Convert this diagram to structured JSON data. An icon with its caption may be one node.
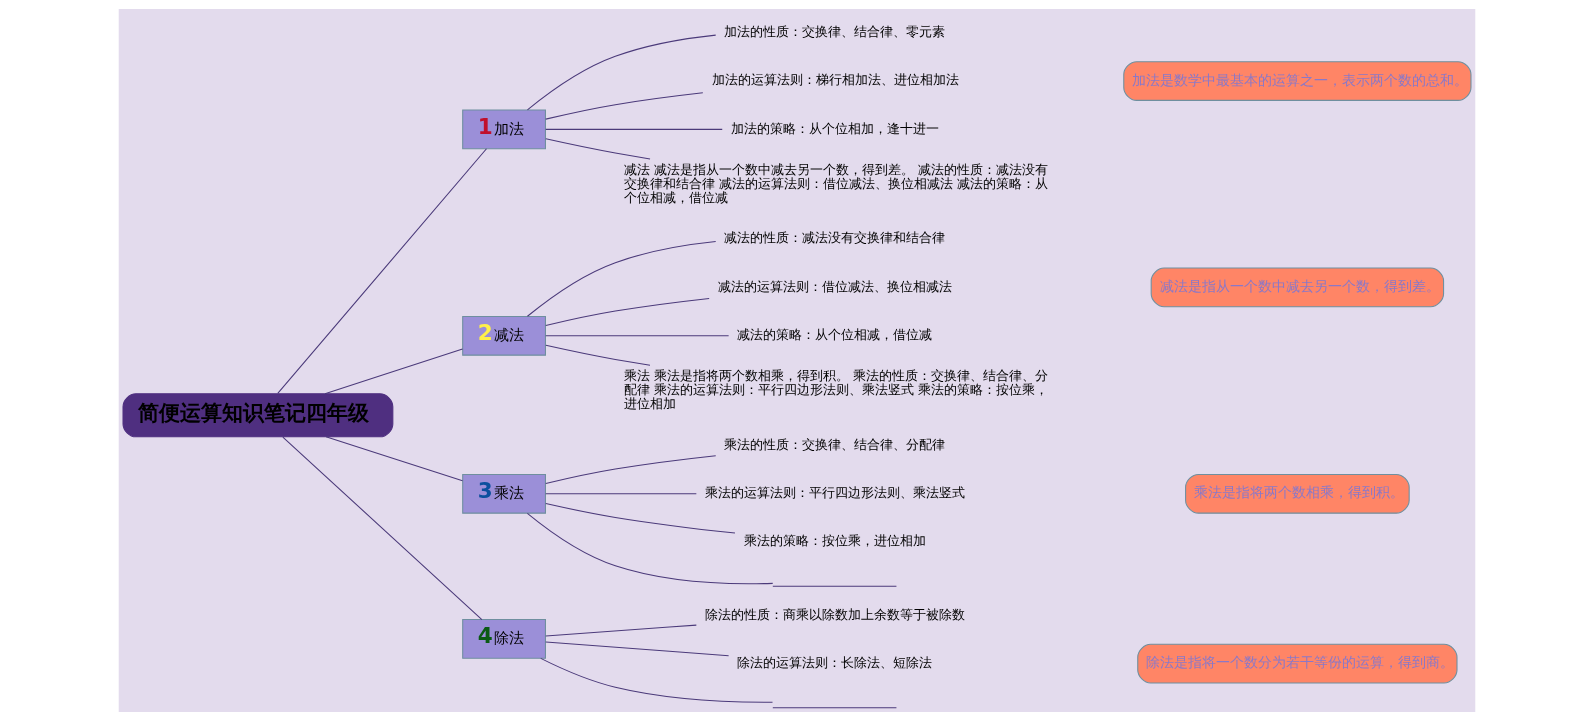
{
  "diagram": {
    "nodes": [
      {
        "text": [
          "简便运算知识笔记四年级"
        ]
      },
      {
        "text": [
          "1",
          "加法"
        ]
      },
      {
        "text": [
          "加法的性质：交换律、结合律、零元素"
        ]
      },
      {
        "text": [
          "加法的运算法则：梯行相加法、进位相加法"
        ]
      },
      {
        "text": [
          "加法的策略：从个位相加，逢十进一"
        ]
      },
      {
        "text": [
          "减法 减法是指从一个数中减去另一个数，得到差。 减法的性质：减法没有交换律和结合律 减法的运算法则：借位减法、换位相减法 减法的策略：从个位相减，借位减"
        ]
      },
      {
        "text": [
          "加法是数学中最基本的运算之一，表示两个数的总和。"
        ]
      },
      {
        "text": [
          "2",
          "减法"
        ]
      },
      {
        "text": [
          "减法的性质：减法没有交换律和结合律"
        ]
      },
      {
        "text": [
          "减法的运算法则：借位减法、换位相减法"
        ]
      },
      {
        "text": [
          "减法的策略：从个位相减，借位减"
        ]
      },
      {
        "text": [
          "乘法 乘法是指将两个数相乘，得到积。 乘法的性质：交换律、结合律、分配律 乘法的运算法则：平行四边形法则、乘法竖式 乘法的策略：按位乘，进位相加"
        ]
      },
      {
        "text": [
          "减法是指从一个数中减去另一个数，得到差。"
        ]
      },
      {
        "text": [
          "3",
          "乘法"
        ]
      },
      {
        "text": [
          "乘法的性质：交换律、结合律、分配律"
        ]
      },
      {
        "text": [
          "乘法的运算法则：平行四边形法则、乘法竖式"
        ]
      },
      {
        "text": [
          "乘法的策略：按位乘，进位相加"
        ]
      },
      {
        "text": [],
        "shape": "line"
      },
      {
        "text": [
          "乘法是指将两个数相乘，得到积。"
        ]
      },
      {
        "text": [
          "4",
          "除法"
        ]
      },
      {
        "text": [
          "除法的性质：商乘以除数加上余数等于被除数"
        ]
      },
      {
        "text": [
          "除法的运算法则：长除法、短除法"
        ]
      },
      {
        "text": [],
        "shape": "line"
      },
      {
        "text": [
          "除法是指将一个数分为若干等份的运算，得到商。"
        ]
      }
    ],
    "edges": [
      {
        "from": 0,
        "to": 1,
        "arrow": "none"
      },
      {
        "from": 0,
        "to": 7,
        "arrow": "none"
      },
      {
        "from": 0,
        "to": 13,
        "arrow": "none"
      },
      {
        "from": 0,
        "to": 19,
        "arrow": "none"
      },
      {
        "from": 1,
        "to": 2,
        "arrow": "none"
      },
      {
        "from": 1,
        "to": 3,
        "arrow": "none"
      },
      {
        "from": 1,
        "to": 4,
        "arrow": "none"
      },
      {
        "from": 1,
        "to": 5,
        "arrow": "none"
      },
      {
        "from": 7,
        "to": 8,
        "arrow": "none"
      },
      {
        "from": 7,
        "to": 9,
        "arrow": "none"
      },
      {
        "from": 7,
        "to": 10,
        "arrow": "none"
      },
      {
        "from": 7,
        "to": 11,
        "arrow": "none"
      },
      {
        "from": 13,
        "to": 14,
        "arrow": "none"
      },
      {
        "from": 13,
        "to": 15,
        "arrow": "none"
      },
      {
        "from": 13,
        "to": 16,
        "arrow": "none"
      },
      {
        "from": 13,
        "to": 17,
        "arrow": "none"
      },
      {
        "from": 19,
        "to": 20,
        "arrow": "none"
      },
      {
        "from": 19,
        "to": 21,
        "arrow": "none"
      },
      {
        "from": 19,
        "to": 22,
        "arrow": "none"
      }
    ]
  }
}
